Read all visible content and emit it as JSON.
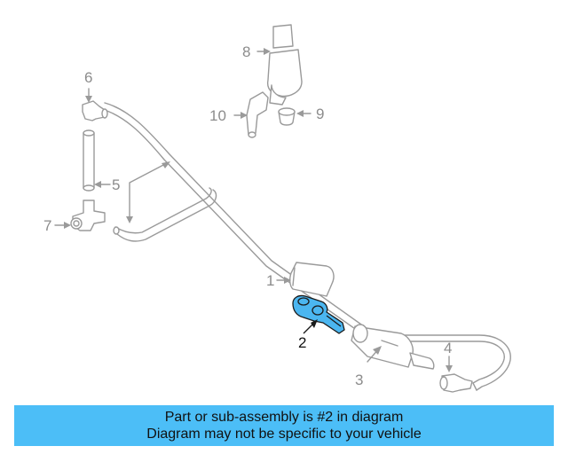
{
  "callouts": {
    "c1": "1",
    "c2": "2",
    "c3": "3",
    "c4": "4",
    "c5": "5",
    "c6": "6",
    "c7": "7",
    "c8": "8",
    "c9": "9",
    "c10": "10"
  },
  "highlight_part": "2",
  "colors": {
    "highlight": "#4bb6f0",
    "banner": "#4cbef7",
    "line": "#9a9a9a"
  },
  "banner": {
    "line1": "Part or sub-assembly is #2 in diagram",
    "line2": "Diagram may not be specific to your vehicle"
  }
}
